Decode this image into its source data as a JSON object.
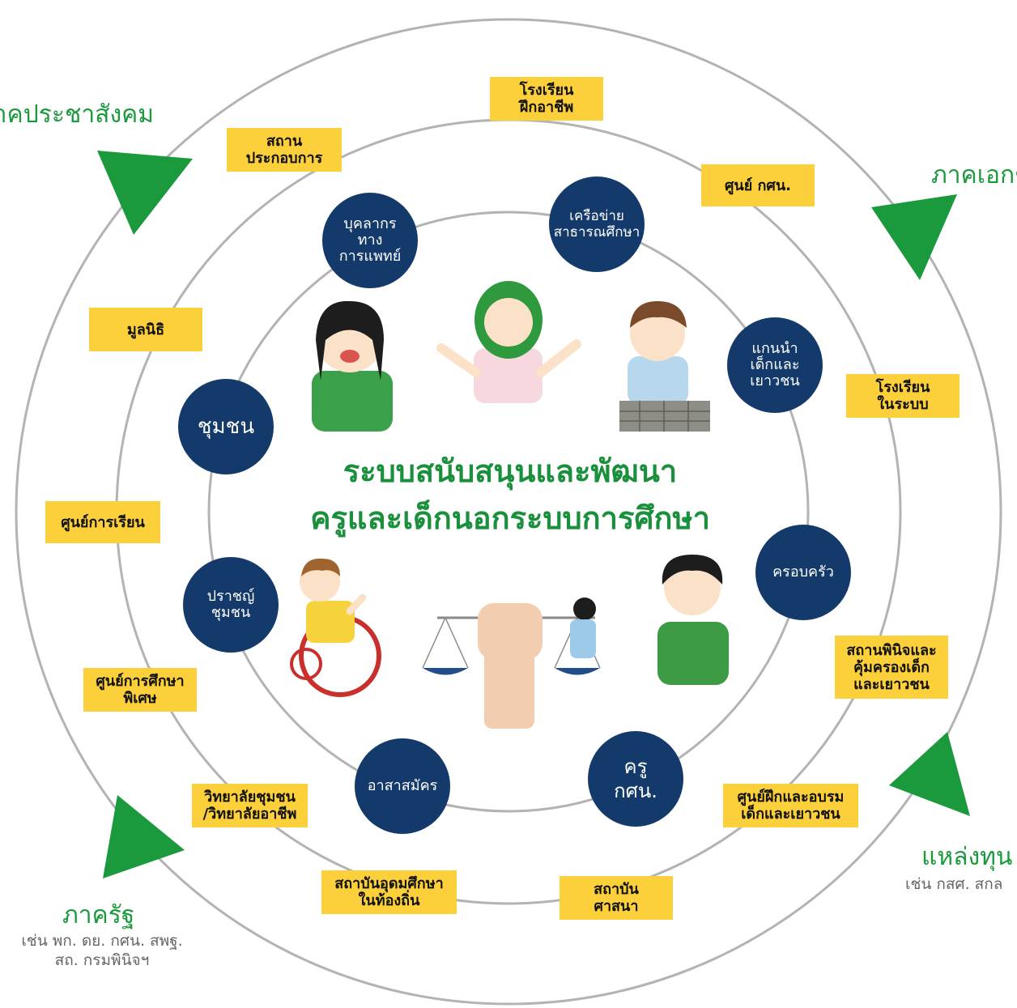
{
  "title": {
    "line1": "ระบบสนับสนุนและพัฒนา",
    "line2": "ครูและเด็กนอกระบบการศึกษา"
  },
  "sectors": {
    "civil": "ภาคประชาสังคม",
    "private": "ภาคเอกชน",
    "funding": "แหล่งทุน",
    "funding_sub": "เช่น กสศ. สกล",
    "state": "ภาครัฐ",
    "state_sub": "เช่น พก. ดย. กศน. สพฐ.\nสถ. กรมพินิจฯ"
  },
  "outer_boxes": {
    "vocational_school": "โรงเรียน\nฝึกอาชีพ",
    "workplace": "สถาน\nประกอบการ",
    "nfe_center": "ศูนย์ กศน.",
    "foundation": "มูลนิธิ",
    "formal_school": "โรงเรียน\nในระบบ",
    "learning_center": "ศูนย์การเรียน",
    "observation_center": "สถานพินิจและ\nคุ้มครองเด็ก\nและเยาวชน",
    "special_ed_center": "ศูนย์การศึกษา\nพิเศษ",
    "training_center": "ศูนย์ฝึกและอบรม\nเด็กและเยาวชน",
    "community_college": "วิทยาลัยชุมชน\n/วิทยาลัยอาชีพ",
    "local_university": "สถาบันอุดมศึกษา\nในท้องถิ่น",
    "religious_institution": "สถาบัน\nศาสนา"
  },
  "inner_circles": {
    "medical_staff": "บุคลากร\nทาง\nการแพทย์",
    "public_education_network": "เครือข่าย\nสาธารณศึกษา",
    "youth_leaders": "แกนนำ\nเด็กและ\nเยาวชน",
    "community": "ชุมชน",
    "family": "ครอบครัว",
    "local_sage": "ปราชญ์\nชุมชน",
    "volunteer": "อาสาสมัคร",
    "nfe_teacher": "ครู\nกศน."
  },
  "colors": {
    "green": "#1a9a3c",
    "navy": "#143a6b",
    "yellow": "#fcd03a",
    "ring": "#b3b3b3"
  }
}
